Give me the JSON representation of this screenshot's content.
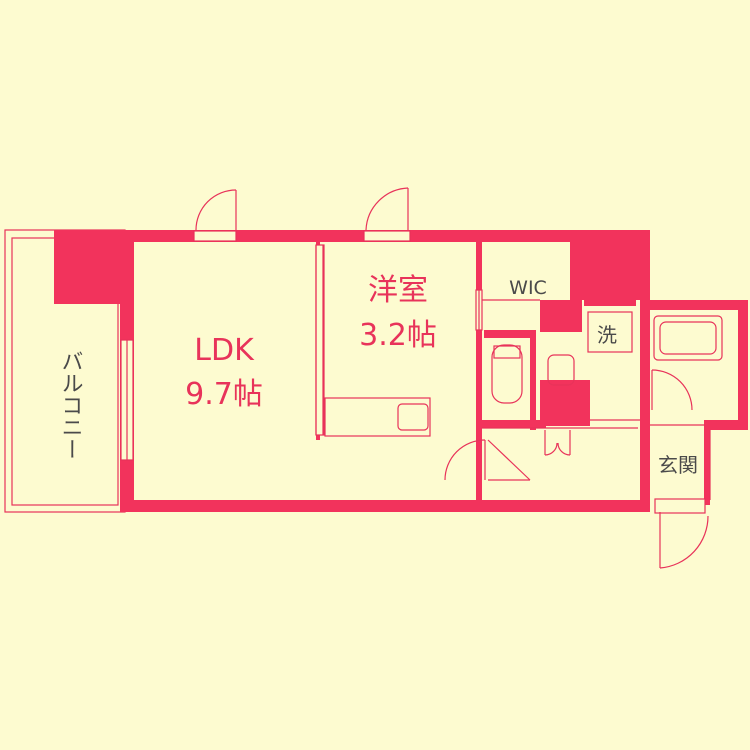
{
  "plan": {
    "wall_color": "#f2335c",
    "background_color": "#fdfbd0",
    "line_color": "#e8335a",
    "rooms": {
      "ldk_name": "LDK",
      "ldk_size": "9.7帖",
      "western_name": "洋室",
      "western_size": "3.2帖",
      "wic": "WIC",
      "laundry": "洗",
      "entrance": "玄関",
      "balcony": "バルコニー"
    }
  }
}
